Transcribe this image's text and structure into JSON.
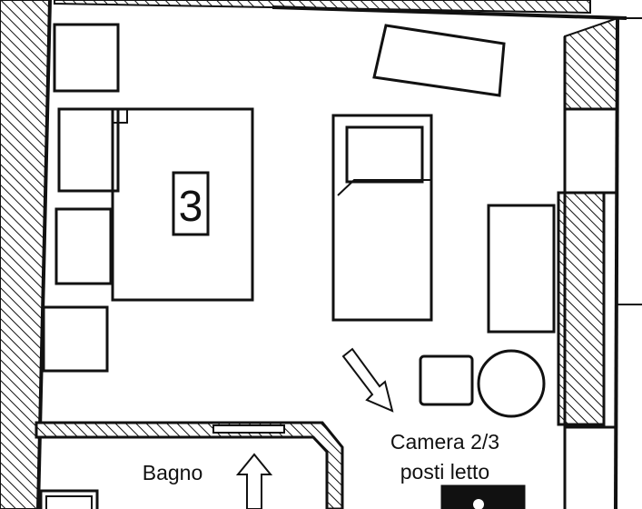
{
  "room_number": "3",
  "labels": {
    "bathroom": "Bagno",
    "room_line1": "Camera 2/3",
    "room_line2": "posti letto"
  },
  "colors": {
    "ink": "#111111",
    "paper": "#ffffff"
  }
}
